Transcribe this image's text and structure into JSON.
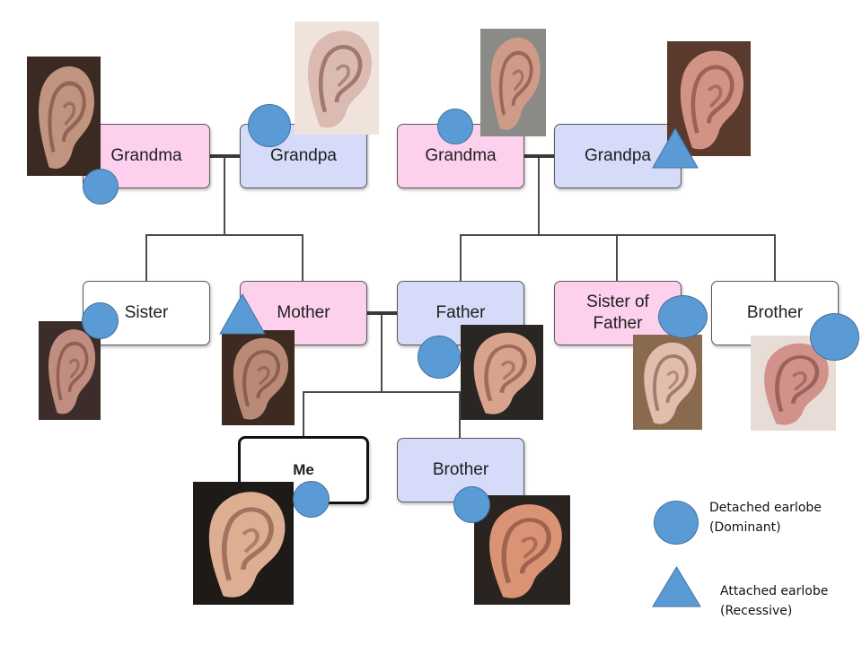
{
  "people": {
    "grandma_maternal": "Grandma",
    "grandpa_maternal": "Grandpa",
    "grandma_paternal": "Grandma",
    "grandpa_paternal": "Grandpa",
    "sister": "Sister",
    "mother": "Mother",
    "father": "Father",
    "sister_of_father": "Sister of\nFather",
    "uncle": "Brother",
    "me": "Me",
    "brother": "Brother"
  },
  "legend": {
    "detached": "Detached earlobe\n(Dominant)",
    "attached": "Attached earlobe\n(Recessive)"
  },
  "colors": {
    "female_box": "#fdd1ee",
    "male_box": "#d6dbfa",
    "marker": "#5b9bd5",
    "marker_border": "#41719c"
  },
  "markers": {
    "grandma_maternal": "detached",
    "grandpa_maternal": "detached",
    "grandma_paternal": "detached",
    "grandpa_paternal": "attached",
    "sister": "detached",
    "mother": "attached",
    "father": "detached",
    "sister_of_father": "detached",
    "uncle": "detached",
    "me": "detached",
    "brother": "detached"
  }
}
